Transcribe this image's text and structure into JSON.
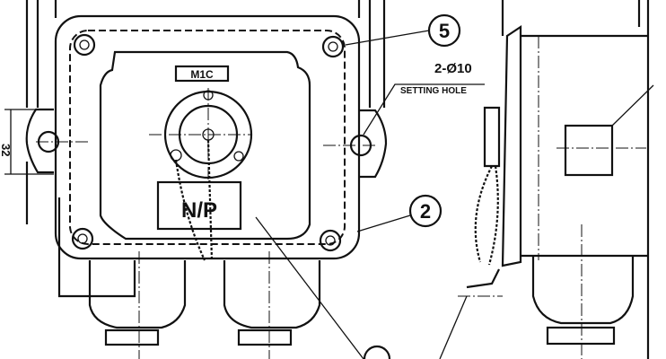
{
  "callouts": {
    "part_5": "5",
    "part_2": "2"
  },
  "labels": {
    "mic": "M1C",
    "hole_spec": "2-Ø10",
    "setting_hole": "SETTING HOLE",
    "nameplate": "N/P",
    "dimension": "32"
  }
}
